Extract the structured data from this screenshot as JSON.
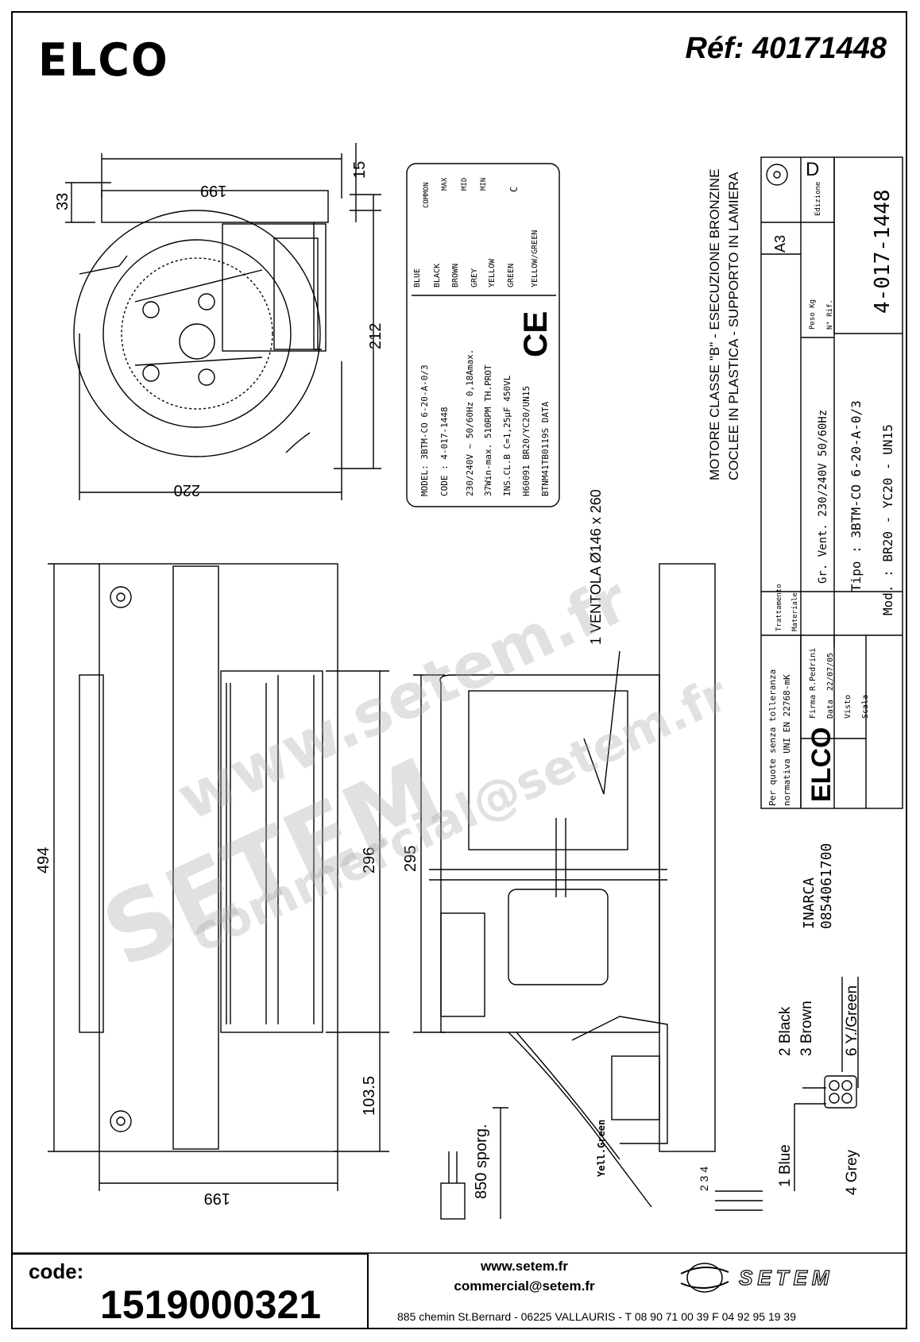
{
  "header": {
    "brand": "ELCO",
    "reference": "Réf: 40171448"
  },
  "dimensions": {
    "top_view": {
      "width_top": "199",
      "width_bottom": "220",
      "height": "212",
      "offset_top": "15",
      "flange": "33"
    },
    "front_view": {
      "total": "494",
      "inner": "296",
      "lower": "103.5",
      "width_bottom": "199"
    },
    "side_view": {
      "height": "295",
      "cable": "850 sporg.",
      "fan": "1 VENTOLA Ø146 x 260"
    }
  },
  "label_plate": {
    "wire_colors": [
      "BLUE",
      "BLACK",
      "BROWN",
      "GREY",
      "YELLOW",
      "GREEN",
      "YELLOW/GREEN"
    ],
    "terminals": [
      "COMMON",
      "MAX",
      "MID",
      "MIN",
      "C"
    ],
    "lines": [
      "MODEL: 3BTM-CO 6-20-A-0/3",
      "CODE : 4-017-1448",
      "230/240V ~ 50/60Hz 0,18Amax.",
      "37Win-max.   510RPM   TH.PROT",
      "INS.CL.B    C=1,25µF   450VL",
      "H60091 BR20/YC20/UN15",
      "BTNM41TB0119S    DATA"
    ],
    "ce_mark": "CE"
  },
  "notes": {
    "line1": "MOTORE CLASSE \"B\" - ESECUZIONE BRONZINE",
    "line2": "COCLEE IN PLASTICA - SUPPORTO IN LAMIERA"
  },
  "title_block": {
    "format": "A3",
    "edition_label": "Edizione",
    "edition": "D",
    "drawing_number": "4-017-1448",
    "weight_label": "Peso Kg",
    "nref_label": "N° Rif.",
    "gr_vent": "Gr. Vent. 230/240V  50/60Hz",
    "tipo": "Tipo : 3BTM-CO 6-20-A-0/3",
    "mod": "Mod. : BR20 - YC20 - UN15",
    "trattamento": "Trattamento",
    "materiale": "Materiale",
    "firma_label": "Firma",
    "firma": "R.Pedrini",
    "data_label": "Data",
    "data": "22/07/05",
    "visto_label": "Visto",
    "scala_label": "Scala",
    "tolerance1": "Per quote senza tolleranza",
    "tolerance2": "normativa UNI EN 22768-mK",
    "brand": "ELCO"
  },
  "customer": {
    "name": "INARCA",
    "code": "0854061700"
  },
  "wiring": {
    "wires": [
      "1 Blue",
      "2 Black",
      "3 Brown",
      "4 Grey",
      "6 Y./Green"
    ],
    "pin_numbers": "2 3 4",
    "yell_green": "Yell.Green"
  },
  "watermark": {
    "url": "www.setem.fr",
    "brand": "SETEM",
    "email": "commercial@setem.fr"
  },
  "footer": {
    "code_label": "code:",
    "code_value": "1519000321",
    "website": "www.setem.fr",
    "email": "commercial@setem.fr",
    "address": "885 chemin St.Bernard  -  06225 VALLAURIS  -  T 08 90 71 00 39   F 04 92 95 19 39",
    "logo": "SETEM"
  }
}
